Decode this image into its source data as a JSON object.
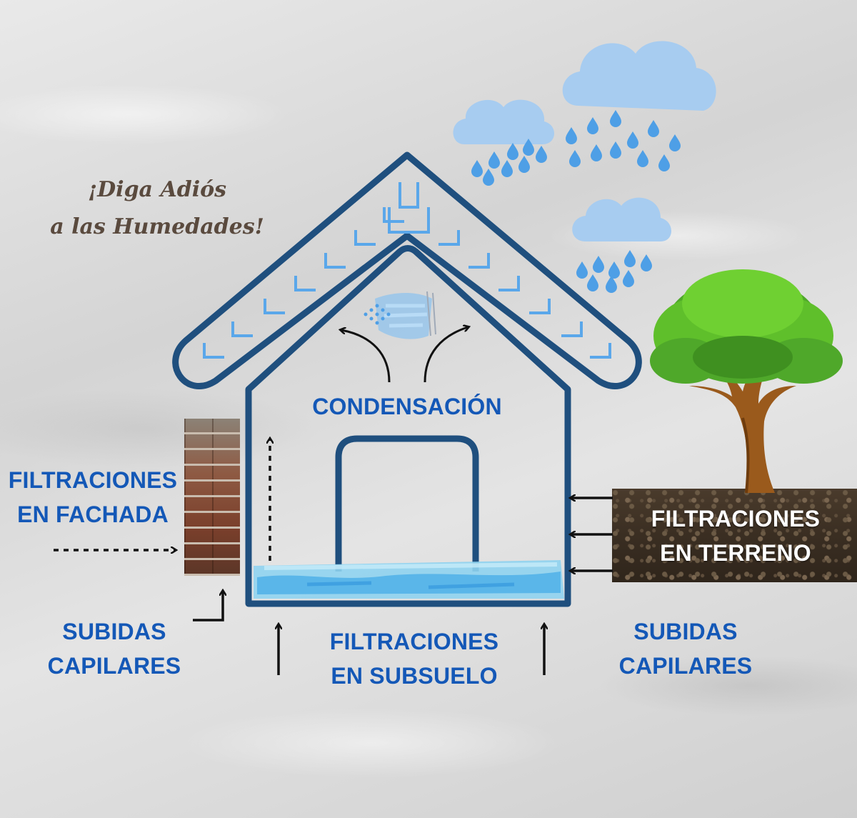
{
  "slogan": {
    "line1": "¡Diga Adiós",
    "line2": "a las Humedades!"
  },
  "labels": {
    "condensacion": "CONDENSACIÓN",
    "filtraciones_fachada": {
      "line1": "FILTRACIONES",
      "line2": "EN  FACHADA"
    },
    "filtraciones_terreno": {
      "line1": "FILTRACIONES",
      "line2": "EN TERRENO"
    },
    "filtraciones_subsuelo": {
      "line1": "FILTRACIONES",
      "line2": "EN  SUBSUELO"
    },
    "subidas_capilares_left": {
      "line1": "SUBIDAS",
      "line2": "CAPILARES"
    },
    "subidas_capilares_right": {
      "line1": "SUBIDAS",
      "line2": "CAPILARES"
    }
  },
  "icons": [
    "house-icon",
    "rain-cloud-icon",
    "tree-icon",
    "brick-wall-icon",
    "soil-icon",
    "water-icon",
    "arrow-icon"
  ],
  "colors": {
    "house_stroke": "#1f4f7e",
    "label_blue": "#1458b7",
    "chevron_blue": "#5aa7ea",
    "cloud_blue": "#a7ccf0",
    "drop_blue": "#4e9fe6",
    "water_light": "#8fd3f0",
    "water_mid": "#4fb0e8",
    "tree_green": "#5fbf2b",
    "trunk_brown": "#9a5a1c",
    "slogan_brown": "#5a4a3e",
    "arrow_black": "#111111"
  }
}
